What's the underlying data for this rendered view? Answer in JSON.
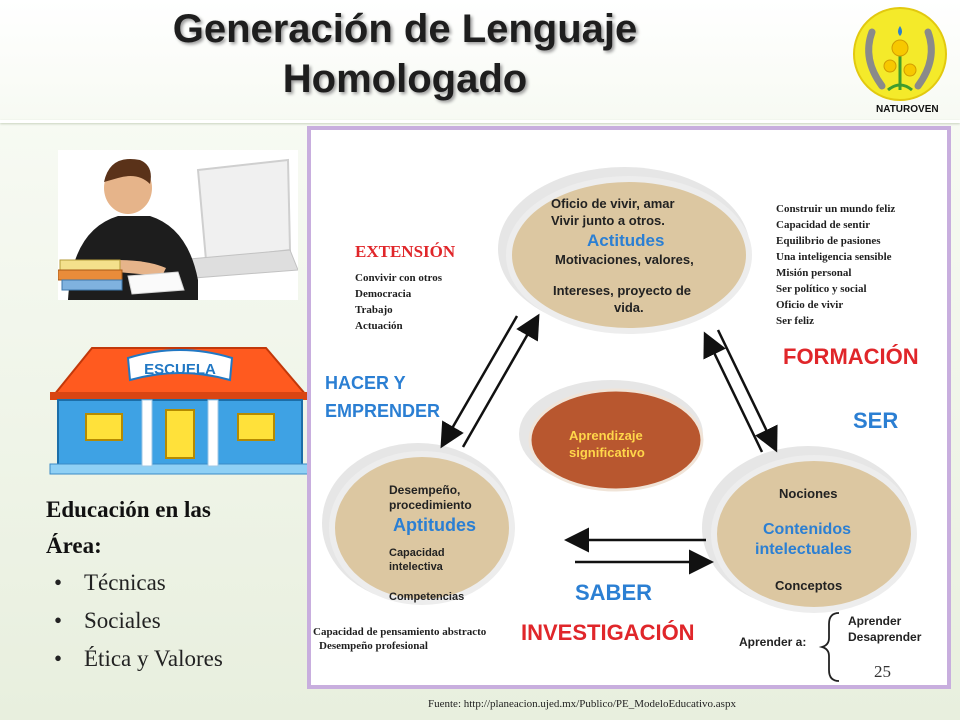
{
  "slide": {
    "title_line1": "Generación de Lenguaje",
    "title_line2": "Homologado",
    "logo_text": "NATUROVEN",
    "school_sign": "ESCUELA",
    "page_number": "25",
    "source": "Fuente: http://planeacion.ujed.mx/Publico/PE_ModeloEducativo.aspx"
  },
  "education": {
    "title_line1": "Educación en las",
    "title_line2": "Área:",
    "items": [
      "Técnicas",
      "Sociales",
      "Ética y Valores"
    ],
    "bullet": "•"
  },
  "diagram": {
    "top_circle": {
      "line1": "Oficio de vivir, amar",
      "line2": "Vivir junto a otros.",
      "heading": "Actitudes",
      "line3": "Motivaciones, valores,",
      "line4": "Intereses, proyecto de",
      "line5": "vida."
    },
    "left_circle": {
      "line1": "Desempeño,",
      "line2": "procedimiento",
      "heading": "Aptitudes",
      "line3": "Capacidad",
      "line4": "intelectiva",
      "line5": "Competencias"
    },
    "right_circle": {
      "line1": "Nociones",
      "heading_line1": "Contenidos",
      "heading_line2": "intelectuales",
      "line2": "Conceptos"
    },
    "center": {
      "line1": "Aprendizaje",
      "line2": "significativo"
    },
    "extension": {
      "title": "EXTENSIÓN",
      "items": [
        "Convivir con otros",
        "Democracia",
        "Trabajo",
        "Actuación"
      ]
    },
    "formacion_list": [
      "Construir un mundo feliz",
      "Capacidad de sentir",
      "Equilibrio de pasiones",
      "Una inteligencia sensible",
      "Misión personal",
      "Ser político y social",
      "Oficio de vivir",
      "Ser feliz"
    ],
    "formacion": "FORMACIÓN",
    "hacer_line1": "HACER  Y",
    "hacer_line2": "EMPRENDER",
    "ser": "SER",
    "saber": "SABER",
    "investigacion": "INVESTIGACIÓN",
    "bottom_left_line1": "Capacidad de pensamiento abstracto",
    "bottom_left_line2": "Desempeño profesional",
    "aprender_a": "Aprender a:",
    "aprender": "Aprender",
    "desaprender": "Desaprender"
  },
  "colors": {
    "circle_fill": "#dcc7a1",
    "circle_border": "#ececec",
    "center_fill": "#b8572f",
    "blue_text": "#2b7fd3",
    "red_text": "#e0262a",
    "frame": "#c8aede"
  }
}
